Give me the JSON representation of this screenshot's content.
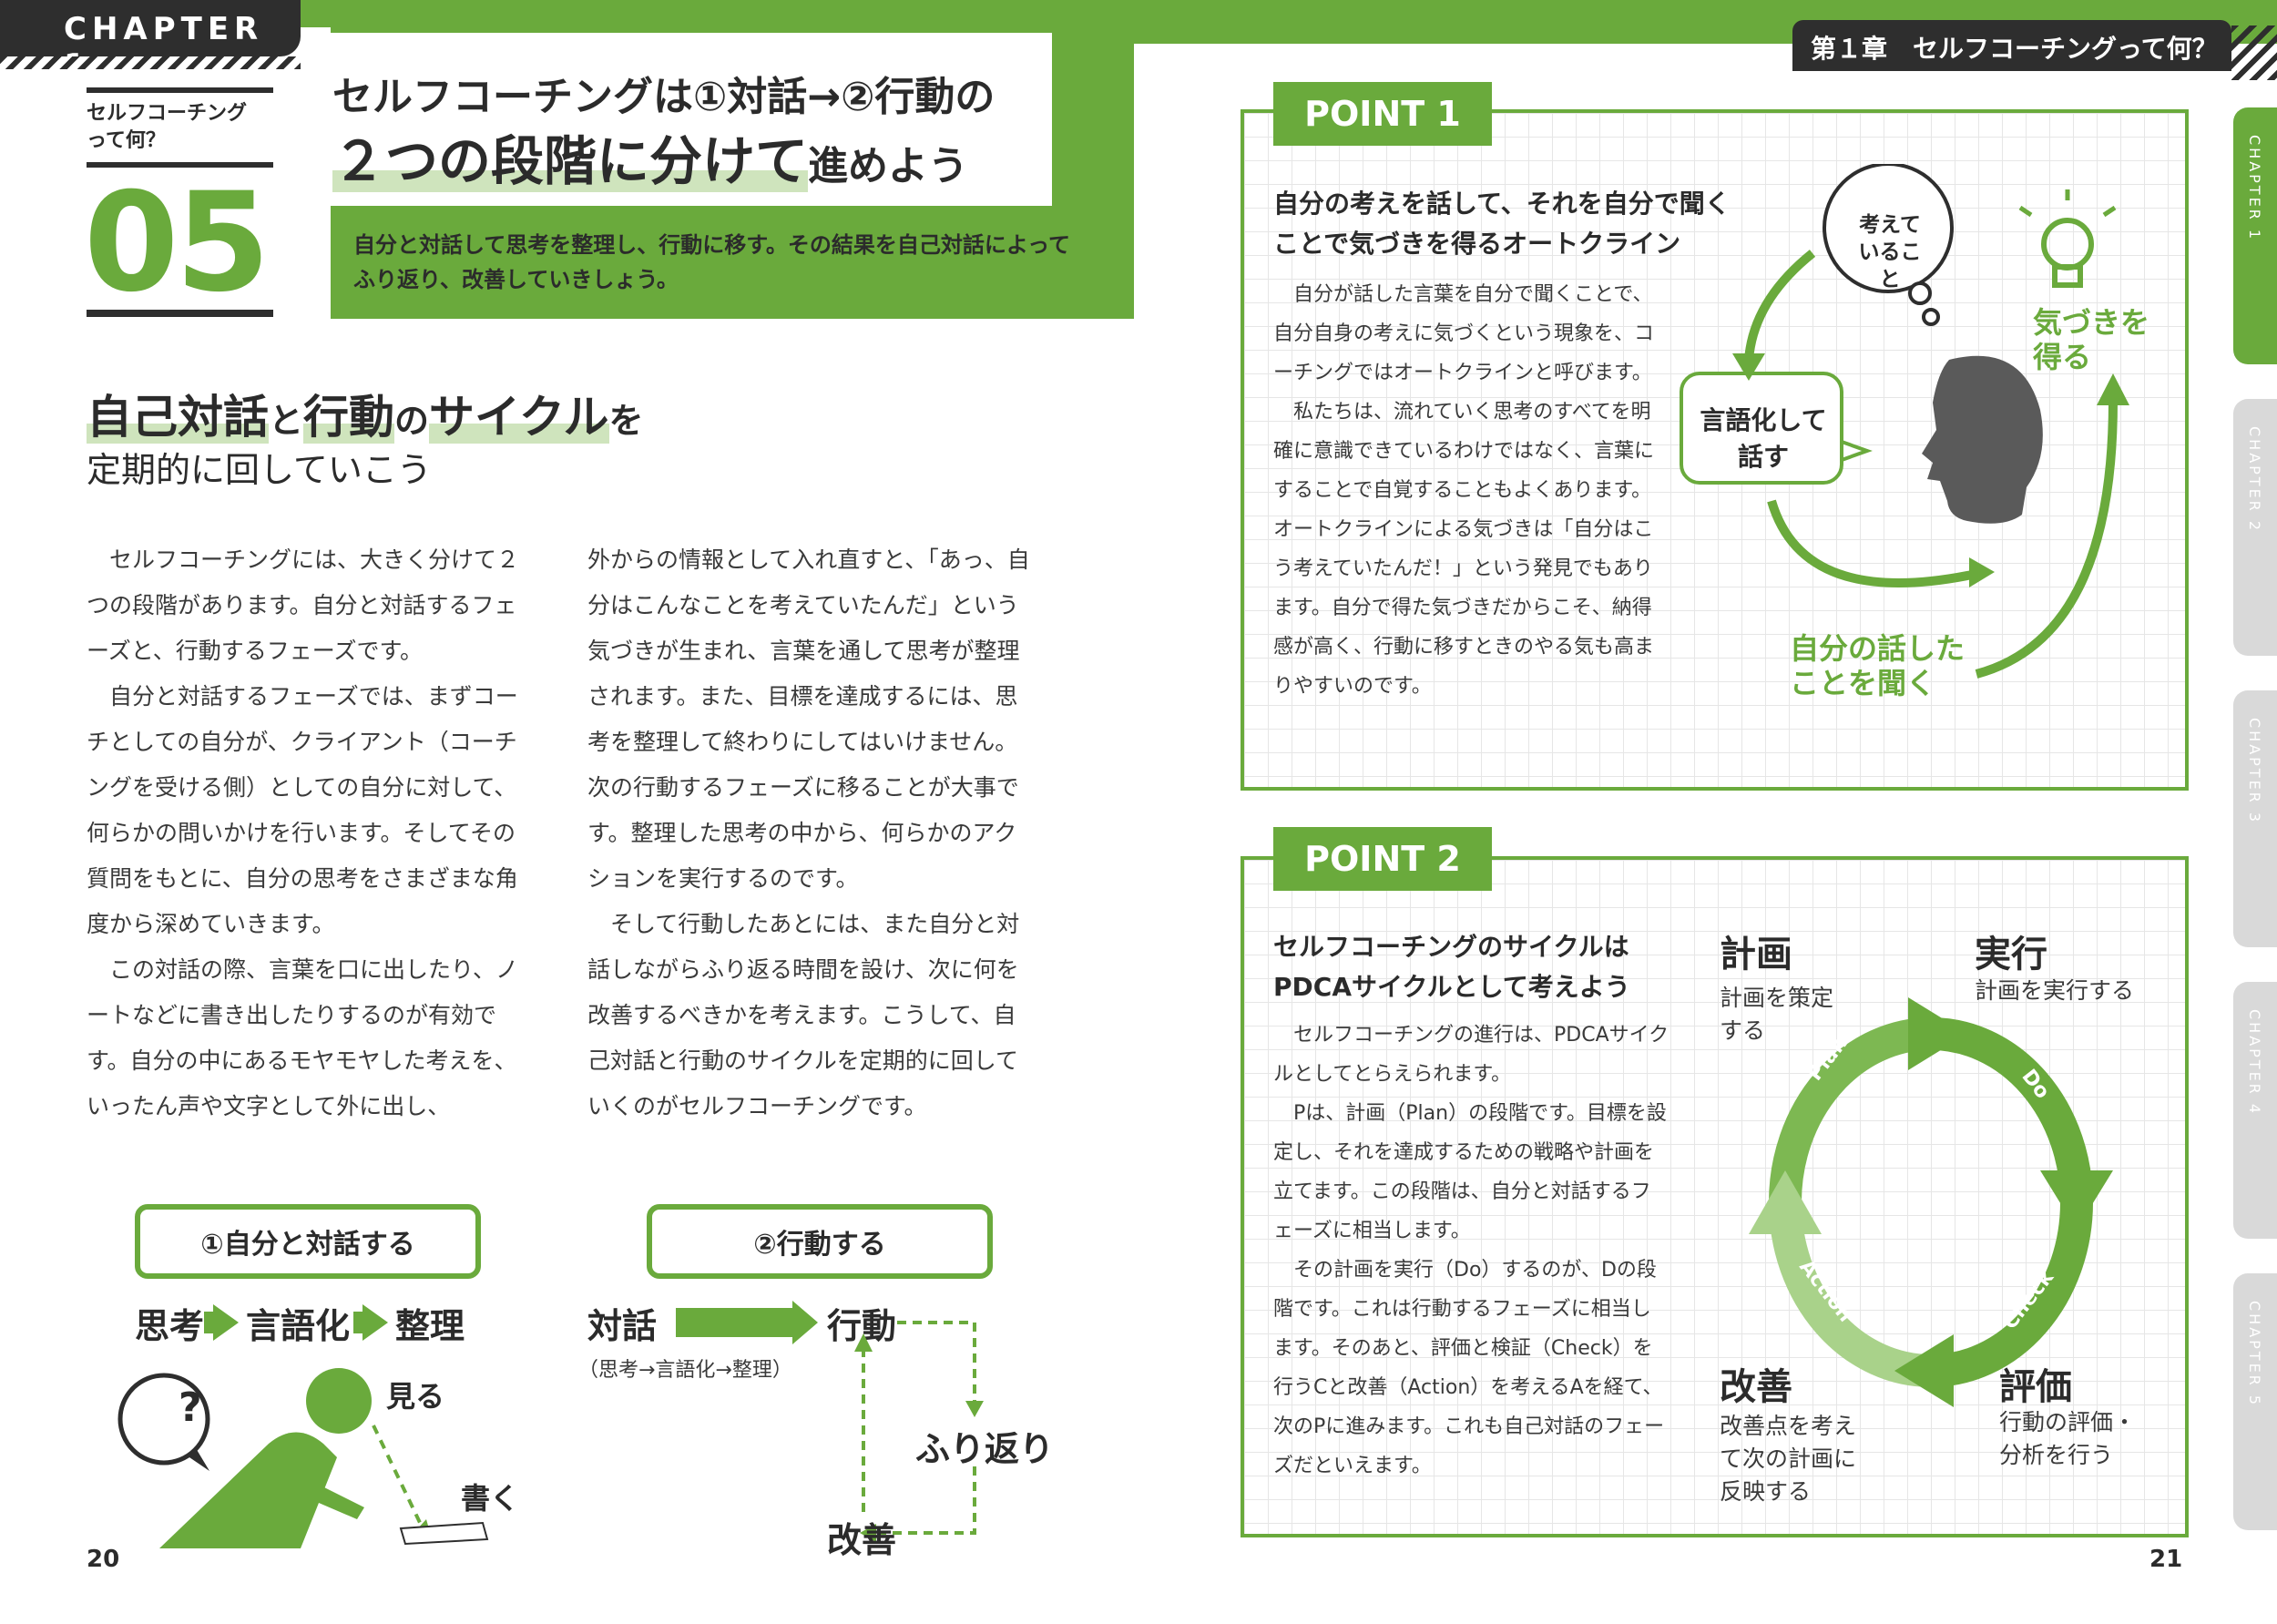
{
  "left_page": {
    "chapter_tab": "CHAPTER 1",
    "side_title": [
      "セルフコーチング",
      "って何？"
    ],
    "section_number": "05",
    "heading_line1": "セルフコーチングは①対話→②行動の",
    "heading_line2_highlight": "２つの段階に分けて",
    "heading_line2_rest": "進めよう",
    "lead": "自分と対話して思考を整理し、行動に移す。その結果を自己対話によってふり返り、改善していきしょう。",
    "subheading": {
      "part1": "自己対話",
      "part2": "と",
      "part3": "行動",
      "part4": "の",
      "part5": "サイクル",
      "part6": "を",
      "line2": "定期的に回していこう"
    },
    "column_a": [
      "セルフコーチングには、大きく分けて２つの段階があります。自分と対話するフェーズと、行動するフェーズです。",
      "自分と対話するフェーズでは、まずコーチとしての自分が、クライアント（コーチングを受ける側）としての自分に対して、何らかの問いかけを行います。そしてその質問をもとに、自分の思考をさまざまな角度から深めていきます。",
      "この対話の際、言葉を口に出したり、ノートなどに書き出したりするのが有効です。自分の中にあるモヤモヤした考えを、いったん声や文字として外に出し、"
    ],
    "column_b": [
      "外からの情報として入れ直すと、「あっ、自分はこんなことを考えていたんだ」という気づきが生まれ、言葉を通して思考が整理されます。また、目標を達成するには、思考を整理して終わりにしてはいけません。次の行動するフェーズに移ることが大事です。整理した思考の中から、何らかのアクションを実行するのです。",
      "そして行動したあとには、また自分と対話しながらふり返る時間を設け、次に何を改善するべきかを考えます。こうして、自己対話と行動のサイクルを定期的に回していくのがセルフコーチングです。"
    ],
    "diagram1": {
      "label": "①自分と対話する",
      "steps": [
        "思考",
        "言語化",
        "整理"
      ],
      "q_mark": "?",
      "see": "見る",
      "write": "書く"
    },
    "diagram2": {
      "label": "②行動する",
      "dialogue": "対話",
      "dialogue_note": "（思考→言語化→整理）",
      "action": "行動",
      "reflect": "ふり返り",
      "improve": "改善"
    },
    "page_number": "20"
  },
  "right_page": {
    "header_tab": "第１章　セルフコーチングって何？",
    "point1": {
      "tag": "POINT 1",
      "title": "自分の考えを話して、それを自分で聞くことで気づきを得るオートクライン",
      "body": [
        "自分が話した言葉を自分で聞くことで、自分自身の考えに気づくという現象を、コーチングではオートクラインと呼びます。",
        "私たちは、流れていく思考のすべてを明確に意識できているわけではなく、言葉にすることで自覚することもよくあります。オートクラインによる気づきは「自分はこう考えていたんだ！」という発見でもあります。自分で得た気づきだからこそ、納得感が高く、行動に移すときのやる気も高まりやすいのです。"
      ],
      "thought": [
        "考えて",
        "いること"
      ],
      "speak": [
        "言語化して",
        "話す"
      ],
      "listen": [
        "自分の話した",
        "ことを聞く"
      ],
      "insight": [
        "気づきを",
        "得る"
      ]
    },
    "point2": {
      "tag": "POINT 2",
      "title": "セルフコーチングのサイクルはPDCAサイクルとして考えよう",
      "body": [
        "セルフコーチングの進行は、PDCAサイクルとしてとらえられます。",
        "Pは、計画（Plan）の段階です。目標を設定し、それを達成するための戦略や計画を立てます。この段階は、自分と対話するフェーズに相当します。",
        "その計画を実行（Do）するのが、Dの段階です。これは行動するフェーズに相当します。そのあと、評価と検証（Check）を行うCと改善（Action）を考えるAを経て、次のPに進みます。これも自己対話のフェーズだといえます。"
      ],
      "cycle": {
        "plan_h": "計画",
        "plan_s": [
          "計画を策定",
          "する"
        ],
        "do_h": "実行",
        "do_s": "計画を実行する",
        "check_h": "評価",
        "check_s": [
          "行動の評価・",
          "分析を行う"
        ],
        "action_h": "改善",
        "action_s": [
          "改善点を考え",
          "て次の計画に",
          "反映する"
        ],
        "plan_label": "Plan",
        "do_label": "Do",
        "check_label": "Check",
        "action_label": "Action"
      }
    },
    "side_tabs": [
      "CHAPTER 1",
      "CHAPTER 2",
      "CHAPTER 3",
      "CHAPTER 4",
      "CHAPTER 5"
    ],
    "page_number": "21"
  },
  "colors": {
    "accent": "#6aaa3c",
    "dark": "#2e2e2e",
    "highlight": "#cfe4bd"
  }
}
